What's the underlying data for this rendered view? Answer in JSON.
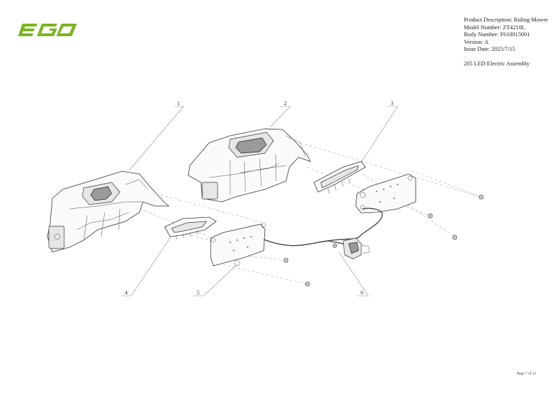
{
  "brand": {
    "logo_text": "EGO",
    "logo_color": "#7ab51d"
  },
  "info": {
    "product_description": "Product Description: Riding Mower",
    "model_number": "Model Number: ZT4210L",
    "body_number": "Body Number: F610015001",
    "version": "Version: A",
    "issue_date": "Issue Date: 2025/7/15",
    "assembly_title": "205 LED Electric Assembly"
  },
  "callouts": [
    "1",
    "2",
    "3",
    "4",
    "5",
    "6"
  ],
  "footer": {
    "page": "Page 7 of 12"
  }
}
